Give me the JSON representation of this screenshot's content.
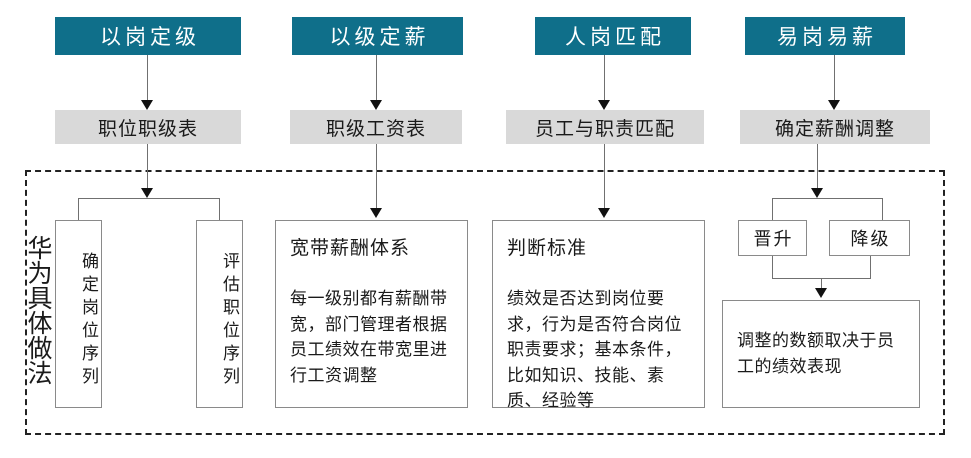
{
  "diagram": {
    "title_bar_color": "#0f6f8a",
    "step_box_color": "#d9d9d9",
    "side_label": "华为具体做法",
    "columns": [
      {
        "header": "以岗定级",
        "step": "职位职级表",
        "detail_boxes": [
          {
            "text": "确定岗位序列"
          },
          {
            "text": "评估职位序列"
          }
        ]
      },
      {
        "header": "以级定薪",
        "step": "职级工资表",
        "detail_card": {
          "title": "宽带薪酬体系",
          "body": "每一级别都有薪酬带宽，部门管理者根据员工绩效在带宽里进行工资调整"
        }
      },
      {
        "header": "人岗匹配",
        "step": "员工与职责匹配",
        "detail_card": {
          "title": "判断标准",
          "body": "绩效是否达到岗位要求，行为是否符合岗位职责要求；基本条件，比如知识、技能、素质、经验等"
        }
      },
      {
        "header": "易岗易薪",
        "step": "确定薪酬调整",
        "option_boxes": [
          {
            "text": "晋升"
          },
          {
            "text": "降级"
          }
        ],
        "result_box": {
          "text": "调整的数额取决于员工的绩效表现"
        }
      }
    ]
  }
}
